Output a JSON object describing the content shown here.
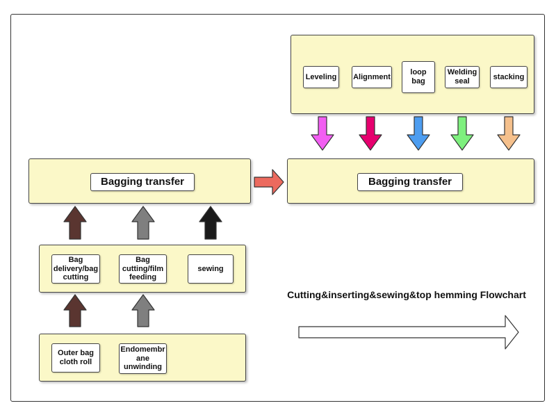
{
  "diagram": {
    "title": "Cutting&inserting&sewing&top hemming Flowchart",
    "top_right_steps": [
      "Leveling",
      "Alignment",
      "loop bag",
      "Welding\nseal",
      "stacking"
    ],
    "middle_left_steps": [
      "Bag\ndelivery/bag\ncutting",
      "Bag\ncutting/film\nfeeding",
      "sewing"
    ],
    "bottom_left_steps": [
      "Outer bag\ncloth roll",
      "Endomembr\nane\nunwinding"
    ],
    "transfer_left": "Bagging transfer",
    "transfer_right": "Bagging transfer",
    "colors": {
      "panel": "#fbf8c8",
      "arrow_leveling": "#f25ef2",
      "arrow_alignment": "#e6006e",
      "arrow_loop_bag": "#4d9df0",
      "arrow_welding_seal": "#7ef07e",
      "arrow_stacking": "#f5c08c",
      "arrow_dark_brown": "#5a3530",
      "arrow_gray": "#7f7f7f",
      "arrow_black": "#1a1a1a",
      "arrow_transfer": "#ec6a5e"
    }
  }
}
